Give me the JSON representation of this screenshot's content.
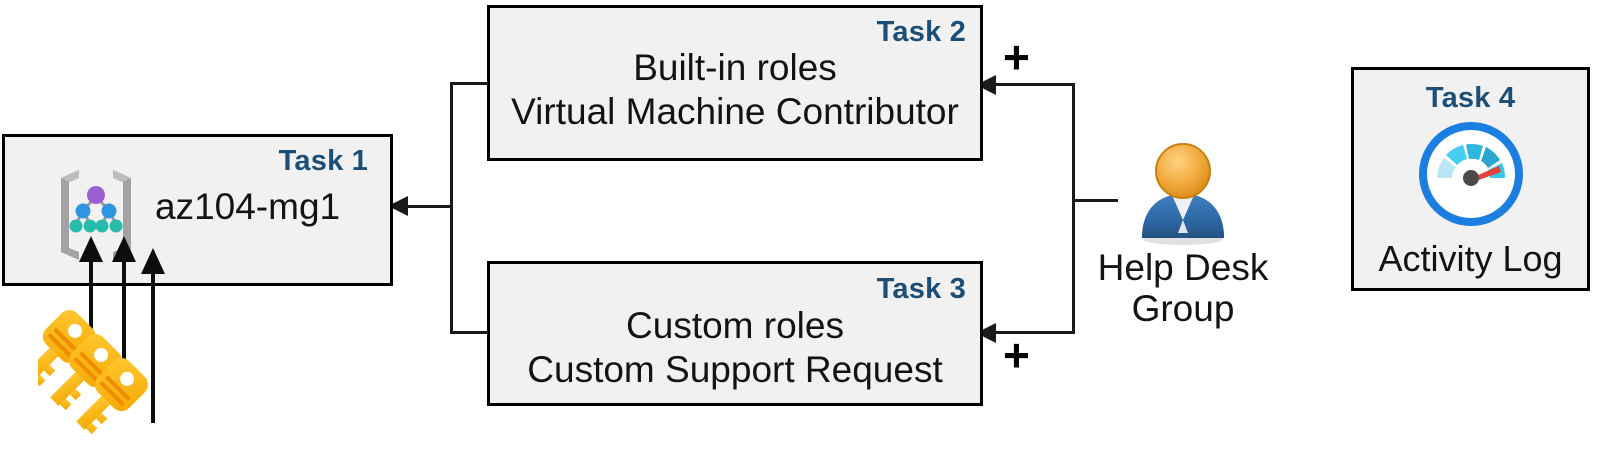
{
  "diagram": {
    "title": "Azure RBAC task diagram",
    "accent_color": "#1b4f77",
    "box_fill": "#f1f1f1",
    "box_border": "#000000"
  },
  "task1": {
    "label": "Task 1",
    "text": "az104-mg1",
    "icon": "management-group-icon"
  },
  "task2": {
    "label": "Task 2",
    "line1": "Built-in roles",
    "line2": "Virtual Machine Contributor"
  },
  "task3": {
    "label": "Task 3",
    "line1": "Custom roles",
    "line2": "Custom Support Request"
  },
  "task4": {
    "label": "Task 4",
    "text": "Activity Log",
    "icon": "activity-log-gauge-icon"
  },
  "person": {
    "line1": "Help Desk",
    "line2": "Group",
    "icon": "user-group-icon"
  },
  "connectors": {
    "plus_top": "+",
    "plus_bottom": "+"
  },
  "keys": {
    "icon": "keys-icon",
    "count": 3
  }
}
